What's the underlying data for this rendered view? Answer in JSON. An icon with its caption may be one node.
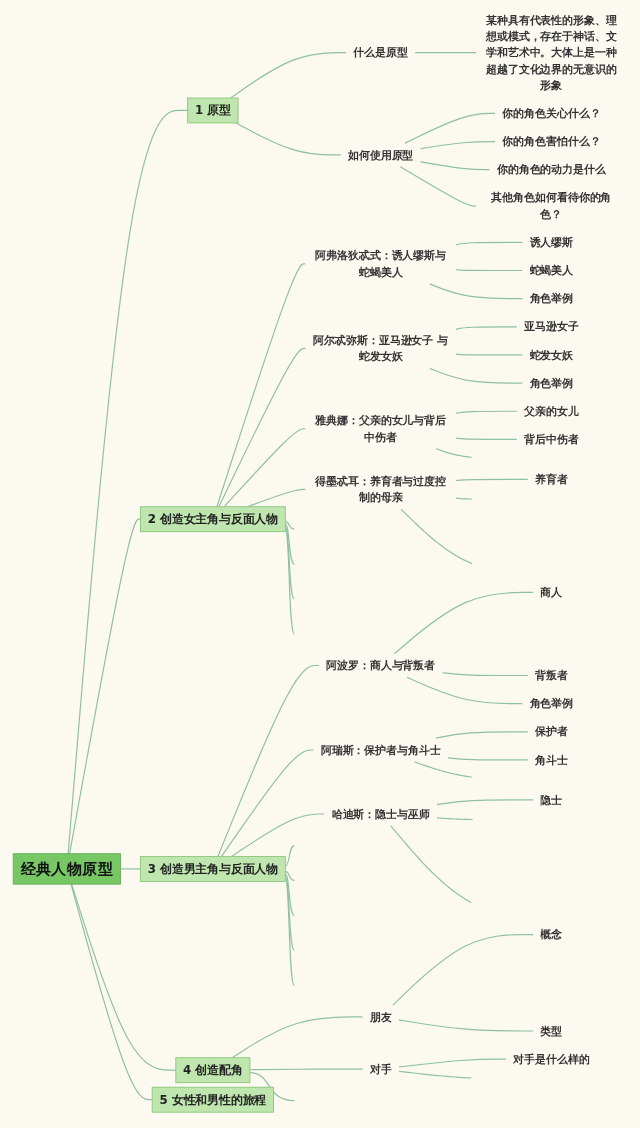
{
  "diagram": {
    "nodes": [
      {
        "text": [
          "经典人物原型"
        ]
      },
      {
        "text": [
          "1",
          "原型"
        ]
      },
      {
        "text": [
          "什么是原型"
        ]
      },
      {
        "text": [
          "某种具有代表性的形象、理想或模式，存在于神话、文学和艺术中。大体上是一种超越了文化边界的无意识的形象"
        ]
      },
      {
        "text": [
          "如何使用原型"
        ]
      },
      {
        "text": [
          "你的角色关心什么？"
        ]
      },
      {
        "text": [
          "你的角色害怕什么？"
        ]
      },
      {
        "text": [
          "你的角色的动力是什么"
        ]
      },
      {
        "text": [
          "其他角色如何看待你的角色？"
        ]
      },
      {
        "text": [
          "2",
          "创造女主角与反面人物"
        ]
      },
      {
        "text": [
          "阿弗洛狄忒式：诱人缪斯与蛇蝎美人"
        ]
      },
      {
        "text": [
          "诱人缪斯"
        ]
      },
      {
        "text": [
          "蛇蝎美人"
        ]
      },
      {
        "text": [
          "角色举例"
        ]
      },
      {
        "text": [
          "阿尔忒弥斯：亚马逊女子 与蛇发女妖"
        ]
      },
      {
        "text": [
          "亚马逊女子"
        ]
      },
      {
        "text": [
          "蛇发女妖"
        ]
      },
      {
        "text": [
          "角色举例"
        ]
      },
      {
        "text": [
          "雅典娜：父亲的女儿与背后中伤者"
        ]
      },
      {
        "text": [
          "父亲的女儿"
        ]
      },
      {
        "text": [
          "背后中伤者"
        ]
      },
      {
        "text": [
          "得墨忒耳：养育者与过度控制的母亲"
        ]
      },
      {
        "text": [
          "养育者"
        ]
      },
      {
        "text": [
          "3",
          "创造男主角与反面人物"
        ]
      },
      {
        "text": [
          "阿波罗：商人与背叛者"
        ]
      },
      {
        "text": [
          "商人"
        ]
      },
      {
        "text": [
          "背叛者"
        ]
      },
      {
        "text": [
          "角色举例"
        ]
      },
      {
        "text": [
          "阿瑞斯：保护者与角斗士"
        ]
      },
      {
        "text": [
          "保护者"
        ]
      },
      {
        "text": [
          "角斗士"
        ]
      },
      {
        "text": [
          "哈迪斯：隐士与巫师"
        ]
      },
      {
        "text": [
          "隐士"
        ]
      },
      {
        "text": [
          "4",
          "创造配角"
        ]
      },
      {
        "text": [
          "朋友"
        ]
      },
      {
        "text": [
          "概念"
        ]
      },
      {
        "text": [
          "类型"
        ]
      },
      {
        "text": [
          "对手"
        ]
      },
      {
        "text": [
          "对手是什么样的"
        ]
      },
      {
        "text": [
          "5",
          "女性和男性的旅程"
        ]
      }
    ],
    "edges": [
      {
        "from": 0,
        "to": 1,
        "arrow": "none"
      },
      {
        "from": 1,
        "to": 2,
        "arrow": "none"
      },
      {
        "from": 2,
        "to": 3,
        "arrow": "none"
      },
      {
        "from": 1,
        "to": 4,
        "arrow": "none"
      },
      {
        "from": 4,
        "to": 5,
        "arrow": "none"
      },
      {
        "from": 4,
        "to": 6,
        "arrow": "none"
      },
      {
        "from": 4,
        "to": 7,
        "arrow": "none"
      },
      {
        "from": 4,
        "to": 8,
        "arrow": "none"
      },
      {
        "from": 0,
        "to": 9,
        "arrow": "none"
      },
      {
        "from": 9,
        "to": 10,
        "arrow": "none"
      },
      {
        "from": 10,
        "to": 11,
        "arrow": "none"
      },
      {
        "from": 10,
        "to": 12,
        "arrow": "none"
      },
      {
        "from": 10,
        "to": 13,
        "arrow": "none"
      },
      {
        "from": 9,
        "to": 14,
        "arrow": "none"
      },
      {
        "from": 14,
        "to": 15,
        "arrow": "none"
      },
      {
        "from": 14,
        "to": 16,
        "arrow": "none"
      },
      {
        "from": 14,
        "to": 17,
        "arrow": "none"
      },
      {
        "from": 9,
        "to": 18,
        "arrow": "none"
      },
      {
        "from": 18,
        "to": 19,
        "arrow": "none"
      },
      {
        "from": 18,
        "to": 20,
        "arrow": "none"
      },
      {
        "from": 18,
        "to": null,
        "arrow": "none"
      },
      {
        "from": 9,
        "to": 21,
        "arrow": "none"
      },
      {
        "from": 21,
        "to": 22,
        "arrow": "none"
      },
      {
        "from": 21,
        "to": null,
        "arrow": "none"
      },
      {
        "from": 21,
        "to": null,
        "arrow": "none"
      },
      {
        "from": 9,
        "to": null,
        "arrow": "none"
      },
      {
        "from": 9,
        "to": null,
        "arrow": "none"
      },
      {
        "from": 9,
        "to": null,
        "arrow": "none"
      },
      {
        "from": 9,
        "to": null,
        "arrow": "none"
      },
      {
        "from": 0,
        "to": 23,
        "arrow": "none"
      },
      {
        "from": 23,
        "to": 24,
        "arrow": "none"
      },
      {
        "from": 24,
        "to": 25,
        "arrow": "none"
      },
      {
        "from": 24,
        "to": 26,
        "arrow": "none"
      },
      {
        "from": 24,
        "to": 27,
        "arrow": "none"
      },
      {
        "from": 23,
        "to": 28,
        "arrow": "none"
      },
      {
        "from": 28,
        "to": 29,
        "arrow": "none"
      },
      {
        "from": 28,
        "to": 30,
        "arrow": "none"
      },
      {
        "from": 28,
        "to": null,
        "arrow": "none"
      },
      {
        "from": 23,
        "to": 31,
        "arrow": "none"
      },
      {
        "from": 31,
        "to": 32,
        "arrow": "none"
      },
      {
        "from": 31,
        "to": null,
        "arrow": "none"
      },
      {
        "from": 31,
        "to": null,
        "arrow": "none"
      },
      {
        "from": 23,
        "to": null,
        "arrow": "none"
      },
      {
        "from": 23,
        "to": null,
        "arrow": "none"
      },
      {
        "from": 23,
        "to": null,
        "arrow": "none"
      },
      {
        "from": 23,
        "to": null,
        "arrow": "none"
      },
      {
        "from": 23,
        "to": null,
        "arrow": "none"
      },
      {
        "from": 0,
        "to": 33,
        "arrow": "none"
      },
      {
        "from": 33,
        "to": 34,
        "arrow": "none"
      },
      {
        "from": 34,
        "to": 35,
        "arrow": "none"
      },
      {
        "from": 34,
        "to": 36,
        "arrow": "none"
      },
      {
        "from": 33,
        "to": 37,
        "arrow": "none"
      },
      {
        "from": 37,
        "to": 38,
        "arrow": "none"
      },
      {
        "from": 37,
        "to": null,
        "arrow": "none"
      },
      {
        "from": 33,
        "to": null,
        "arrow": "none"
      },
      {
        "from": 0,
        "to": 39,
        "arrow": "none"
      }
    ]
  }
}
